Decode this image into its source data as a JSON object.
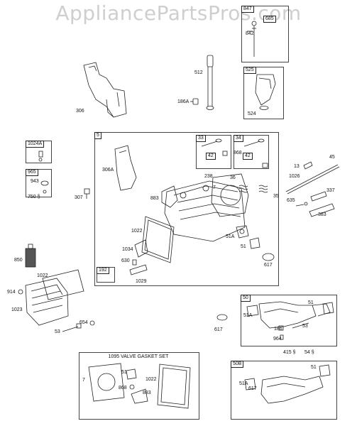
{
  "watermark": "AppliancePartsPros.com",
  "box_numbers": {
    "b847": "847",
    "b525": "525",
    "b5": "5",
    "b33": "33",
    "b34": "34",
    "b1024A": "1024A",
    "b965": "965",
    "b192": "192",
    "b50": "50",
    "b50B": "50B"
  },
  "inner_numbers": {
    "i685": "685",
    "i42a": "42",
    "i42b": "42"
  },
  "gasket_set_title": "1095 VALVE GASKET SET",
  "callouts": {
    "c842": "842",
    "c524": "524",
    "c512": "512",
    "c186A": "186A",
    "c306": "306",
    "c943": "943",
    "c750": "750 §",
    "c307": "307",
    "c306A": "306A",
    "c238": "238",
    "c36": "36",
    "c7a": "7",
    "c35": "35",
    "c868a": "868",
    "c883a": "883",
    "c13": "13",
    "c45": "45",
    "c1026": "1026",
    "c337": "337",
    "c635": "635",
    "c383": "383",
    "c1022a": "1022",
    "c51Aa": "51A",
    "c51a": "51",
    "c1034": "1034",
    "c850": "850",
    "c630": "630",
    "c617a": "617",
    "c1022b": "1022",
    "c1029": "1029",
    "c914": "914",
    "c1023": "1023",
    "c654": "654",
    "c53a": "53",
    "c617b": "617",
    "c51Ab": "51A",
    "c51b": "51",
    "c186": "186",
    "c53b": "53",
    "c964": "964",
    "c415": "415 §",
    "c54": "54 §",
    "c7b": "7",
    "c51c": "51",
    "c1022c": "1022",
    "c868b": "868",
    "c883b": "883",
    "c51d": "51",
    "c51Ac": "51A",
    "c617c": "617"
  }
}
